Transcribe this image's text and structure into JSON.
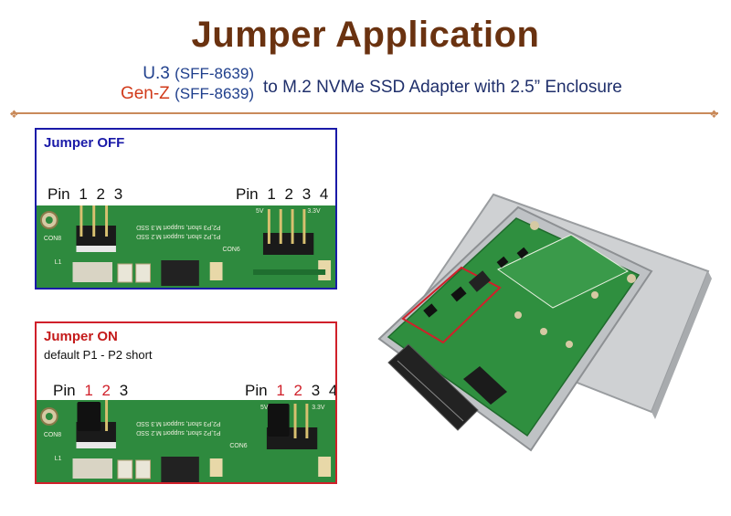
{
  "title": "Jumper Application",
  "subtitle": {
    "u3_label": "U.3",
    "u3_spec": "(SFF-8639)",
    "genz_label": "Gen-Z",
    "genz_spec": "(SFF-8639)",
    "product": "to M.2 NVMe SSD Adapter with 2.5” Enclosure"
  },
  "panels": {
    "off": {
      "title": "Jumper OFF",
      "pin_left": {
        "label": "Pin",
        "nums": [
          "1",
          "2",
          "3"
        ]
      },
      "pin_right": {
        "label": "Pin",
        "nums": [
          "1",
          "2",
          "3",
          "4"
        ]
      }
    },
    "on": {
      "title": "Jumper ON",
      "note": "default P1 - P2 short",
      "pin_left": {
        "label": "Pin",
        "nums": [
          "1",
          "2",
          "3"
        ],
        "highlight": [
          "1",
          "2"
        ]
      },
      "pin_right": {
        "label": "Pin",
        "nums": [
          "1",
          "2",
          "3",
          "4"
        ],
        "highlight": [
          "1",
          "2"
        ]
      }
    }
  },
  "pcb_silkscreen": {
    "line1": "P2,P3 short, support M.3 SSD",
    "line2": "P1,P2 short, support M.2 SSD",
    "con8": "CON8",
    "con6": "CON6",
    "l1": "L1",
    "v5": "5V",
    "v3": "3.3V"
  },
  "colors": {
    "title": "#6a3210",
    "u3": "#1f3f8c",
    "genz": "#d13a1a",
    "off_border": "#1a1aa8",
    "on_border": "#d0202a",
    "pcb_green": "#2e8a3e"
  }
}
